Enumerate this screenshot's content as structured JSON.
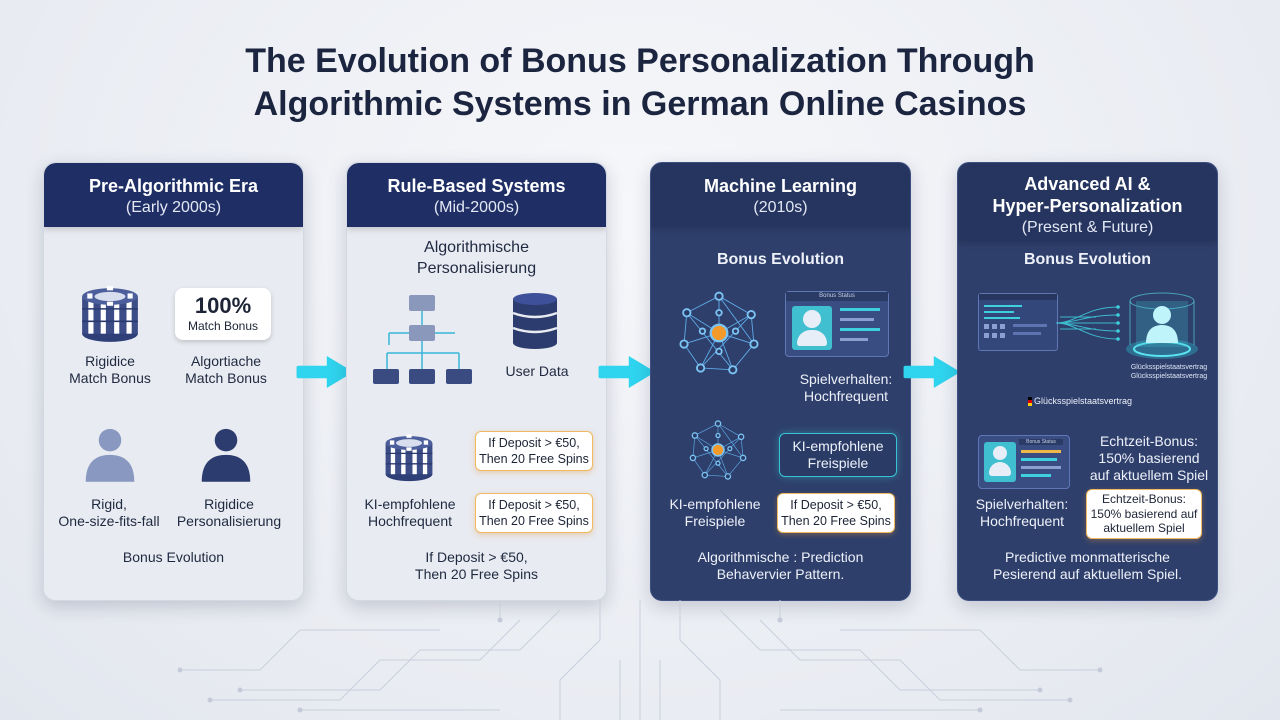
{
  "title": {
    "line1": "The Evolution of Bonus Personalization Through",
    "line2": "Algorithmic Systems in German Online Casinos"
  },
  "stages": [
    {
      "heading": "Pre-Algorithmic Era",
      "period": "(Early 2000s)",
      "badge_value": "100%",
      "badge_label": "Match Bonus",
      "chips_label": [
        "Rigidice",
        "Match Bonus"
      ],
      "badge_caption": [
        "Algortiache",
        "Match Bonus"
      ],
      "user1_label": [
        "Rigid,",
        "One-size-fits-fall"
      ],
      "user2_label": [
        "Rigidice",
        "Personalisierung"
      ],
      "footer": "Bonus Evolution"
    },
    {
      "heading": "Rule-Based Systems",
      "period": "(Mid-2000s)",
      "subtitle": [
        "Algorithmische",
        "Personalisierung"
      ],
      "user_data_label": "User Data",
      "rule1": [
        "If Deposit > €50,",
        "Then 20 Free Spins"
      ],
      "rule2": [
        "If Deposit > €50,",
        "Then 20 Free Spins"
      ],
      "chips_label": [
        "KI-empfohlene",
        "Hochfrequent"
      ],
      "footer": [
        "If Deposit > €50,",
        "Then 20 Free Spins"
      ]
    },
    {
      "heading": "Machine Learning",
      "period": "(2010s)",
      "subtitle": "Bonus Evolution",
      "profile_header": "Bonus Status",
      "profile_label": [
        "Spielverhalten:",
        "Hochfrequent"
      ],
      "ki_box": [
        "KI-empfohlene",
        "Freispiele"
      ],
      "network_label": [
        "KI-empfohlene",
        "Freispiele"
      ],
      "rule": [
        "If Deposit > €50,",
        "Then 20 Free Spins"
      ],
      "footer": [
        "Algorithmische : Prediction",
        "Behavervier Pattern."
      ]
    },
    {
      "heading": "Advanced AI &",
      "heading2": "Hyper-Personalization",
      "period": "(Present & Future)",
      "subtitle": "Bonus Evolution",
      "holo_caption": [
        "Glücksspielstaatsvertrag",
        "Glücksspielstaatsvertrag"
      ],
      "treaty_label": "Glücksspielstaatsvertrag",
      "realtime": [
        "Echtzeit-Bonus:",
        "150% basierend",
        "auf aktuellem Spiel"
      ],
      "profile_header": "Bonus Status",
      "profile_label": [
        "Spielverhalten:",
        "Hochfrequent"
      ],
      "realtime_box": [
        "Echtzeit-Bonus:",
        "150% basierend auf",
        "aktuellem Spiel"
      ],
      "footer": [
        "Predictive monmatterische",
        "Pesierend auf aktuellem Spiel."
      ]
    }
  ],
  "colors": {
    "header_navy": "#1f2f66",
    "dark_panel": "#2e3f6b",
    "light_panel": "#e8ebf1",
    "arrow_cyan": "#2fd4ee",
    "chip_navy": "#3b4c86",
    "node_orange": "#f39a2a"
  },
  "icons": [
    "poker-chips-icon",
    "user-icon",
    "flowchart-icon",
    "database-icon",
    "neural-network-icon",
    "profile-card-icon",
    "hologram-icon",
    "germany-flag-icon",
    "arrow-right-icon"
  ]
}
